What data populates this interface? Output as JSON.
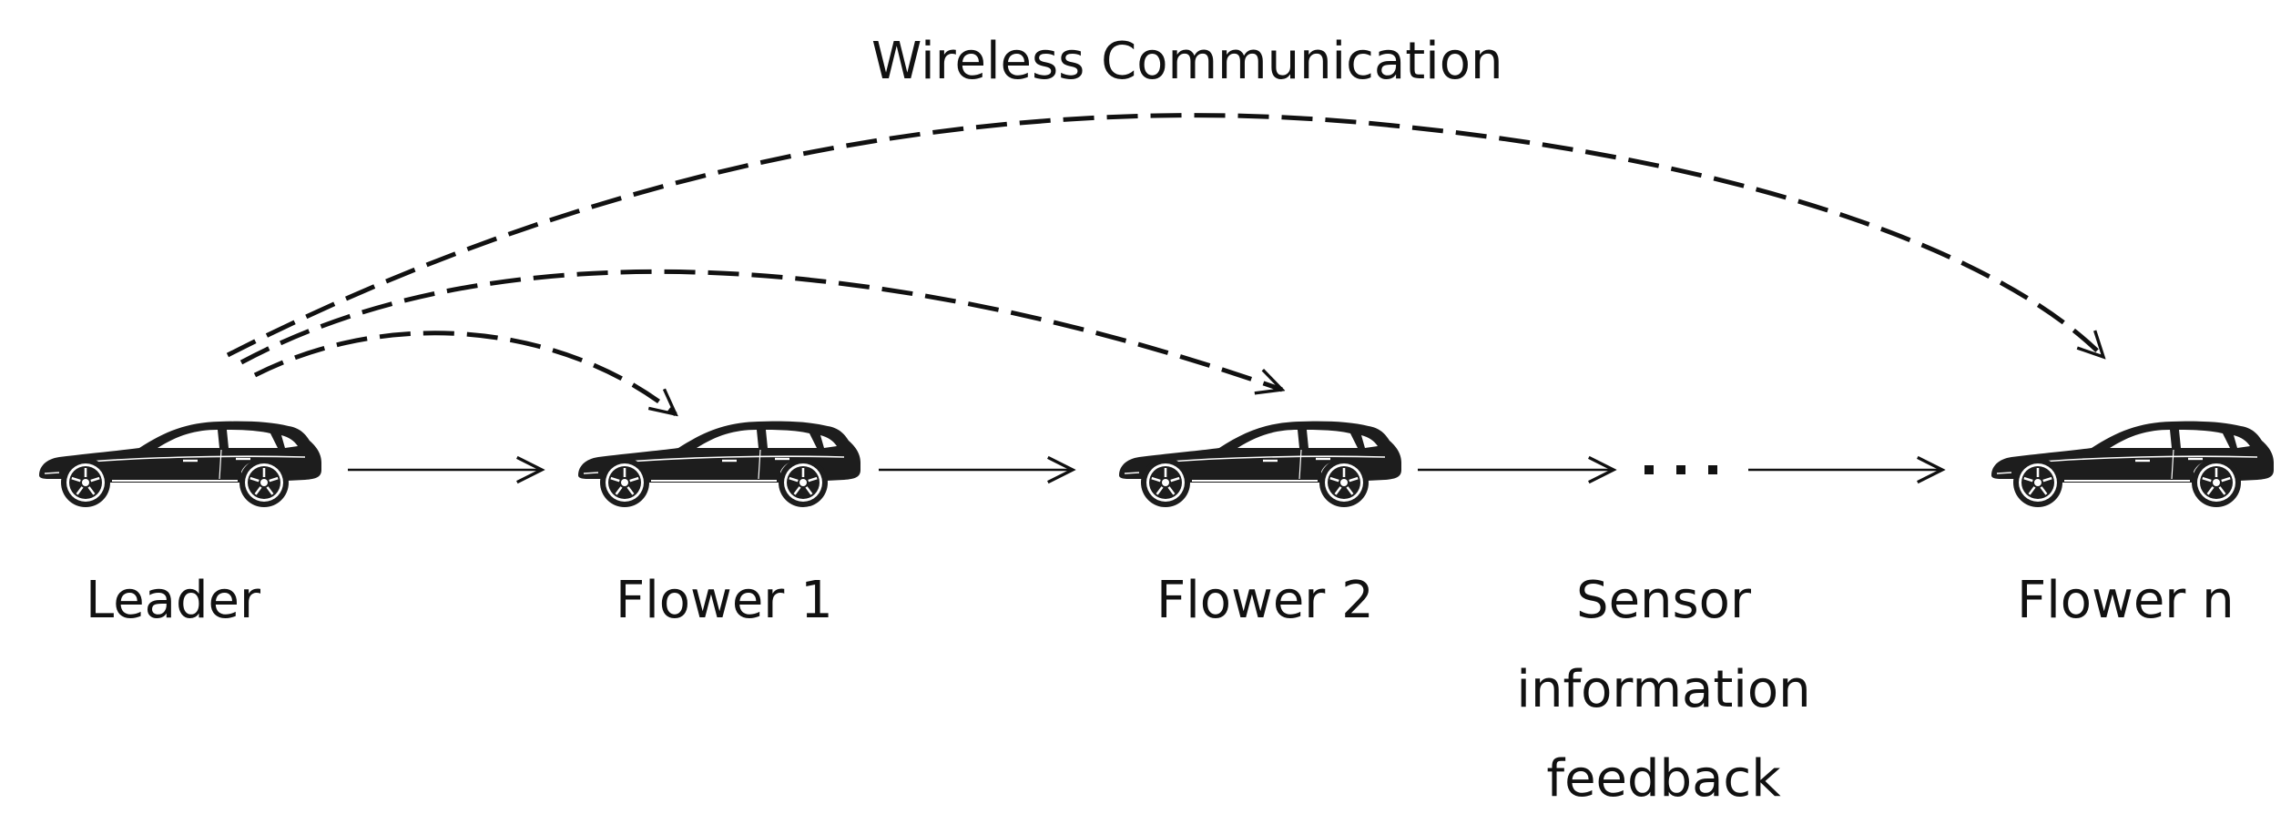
{
  "title": "Wireless Communication",
  "vehicles": [
    {
      "label": "Leader",
      "icon": "car-icon"
    },
    {
      "label": "Flower 1",
      "icon": "car-icon"
    },
    {
      "label": "Flower 2",
      "icon": "car-icon"
    },
    {
      "label": "Flower n",
      "icon": "car-icon"
    }
  ],
  "sensor_label": "Sensor information feedback",
  "ellipsis": "...",
  "colors": {
    "ink": "#111111",
    "background": "#ffffff"
  }
}
